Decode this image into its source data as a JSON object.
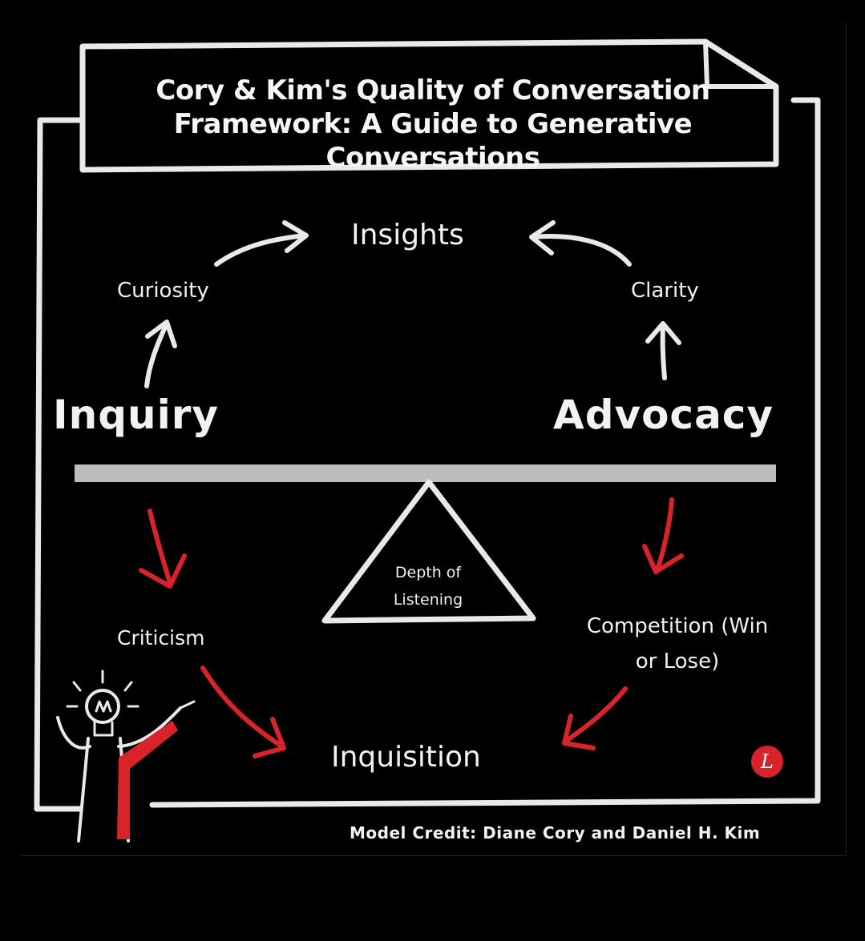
{
  "title": {
    "line1": "Cory & Kim's Quality of Conversation",
    "line2": "Framework: A Guide to Generative Conversations"
  },
  "nodes": {
    "insights": "Insights",
    "curiosity": "Curiosity",
    "clarity": "Clarity",
    "inquiry": "Inquiry",
    "advocacy": "Advocacy",
    "depth_of_listening": "Depth of Listening",
    "criticism": "Criticism",
    "competition": "Competition (Win or Lose)",
    "inquisition": "Inquisition"
  },
  "credit": "Model Credit: Diane Cory and Daniel H. Kim",
  "logo": {
    "letter": "L",
    "color": "#d8232a"
  },
  "colors": {
    "background": "#000000",
    "chalk": "#e9e9e9",
    "accent_red": "#d8232a"
  },
  "icons": [
    "lightbulb-person-icon",
    "fulcrum-triangle-icon",
    "seesaw-beam"
  ]
}
